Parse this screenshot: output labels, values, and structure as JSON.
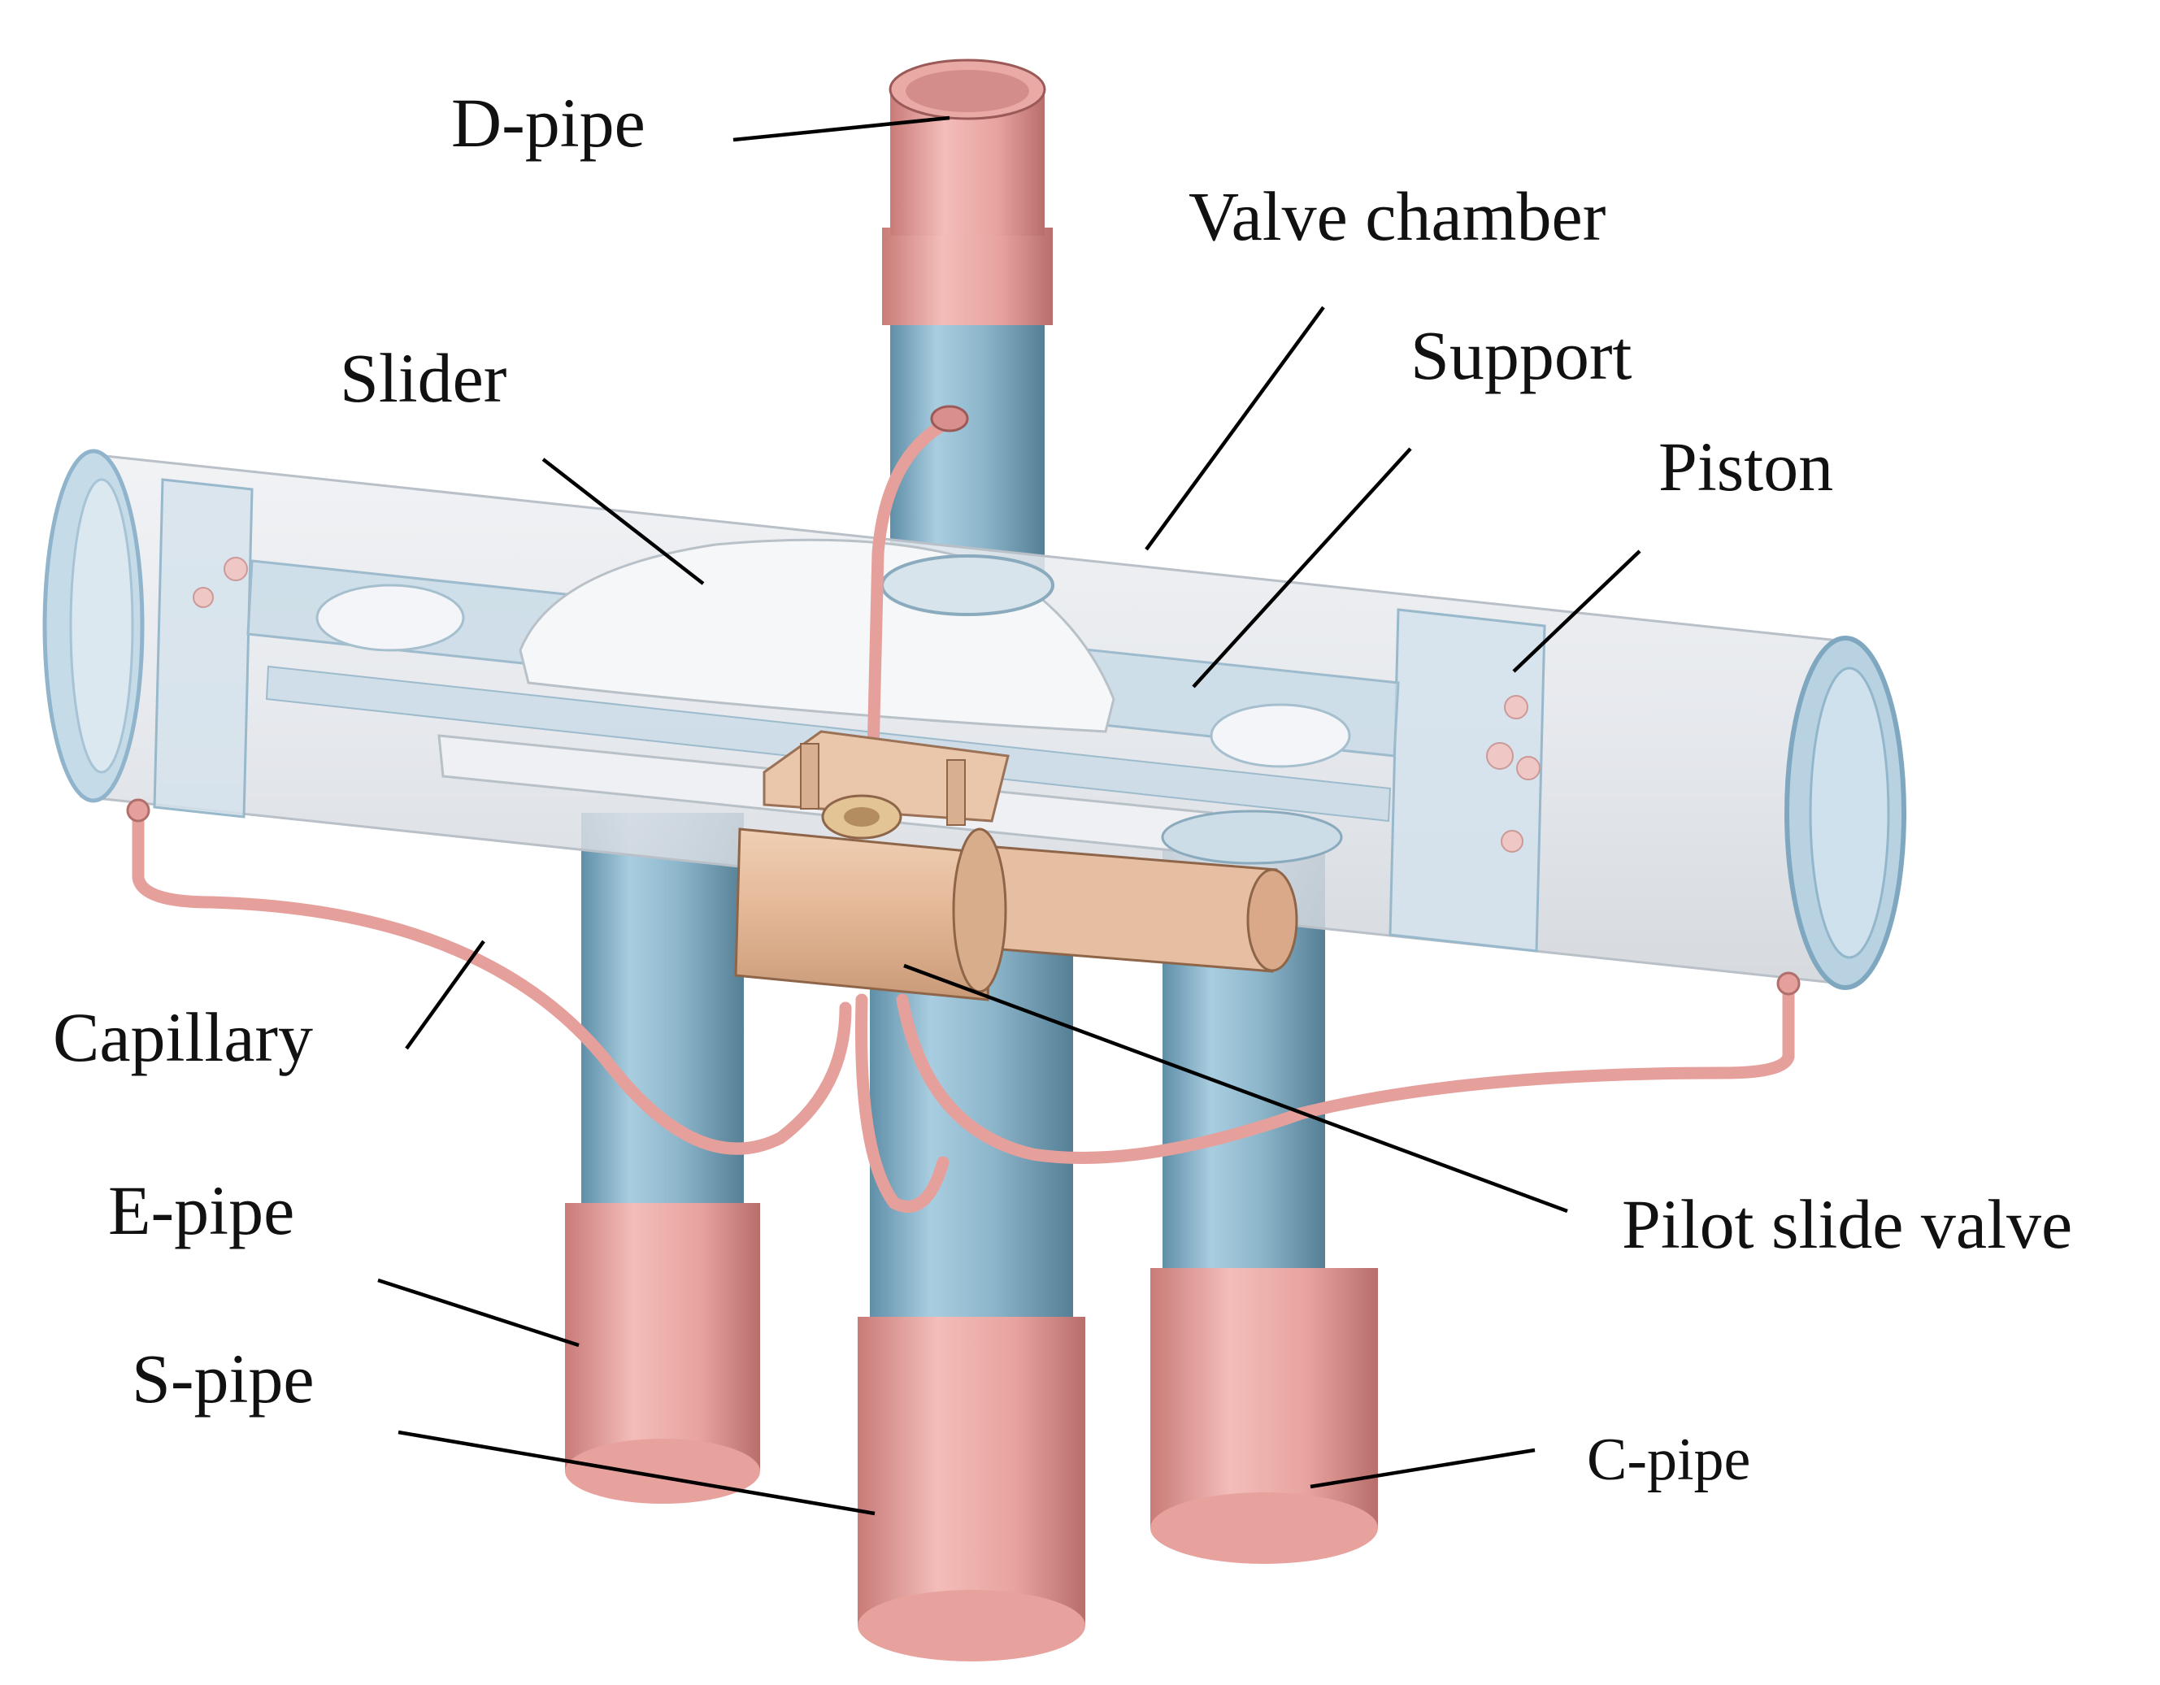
{
  "labels": {
    "d_pipe": "D-pipe",
    "valve_chamber": "Valve chamber",
    "slider": "Slider",
    "support": "Support",
    "piston": "Piston",
    "capillary": "Capillary",
    "e_pipe": "E-pipe",
    "s_pipe": "S-pipe",
    "c_pipe": "C-pipe",
    "pilot_slide_valve": "Pilot slide valve"
  },
  "colors": {
    "copper": "#e8a3a0",
    "steel_blue": "#8fb8cc",
    "chamber": "#e6e9ee",
    "pilot_body": "#e3b796",
    "capillary": "#e5a09c"
  }
}
